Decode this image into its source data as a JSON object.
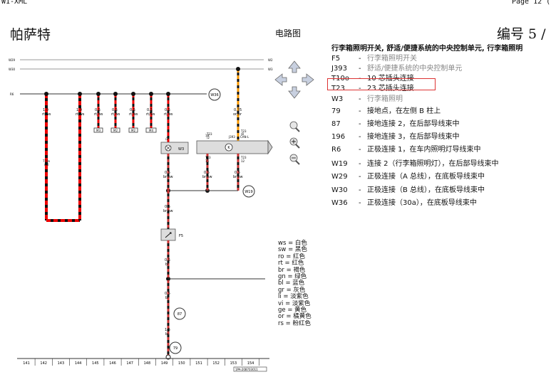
{
  "header": {
    "left": "W1-XML",
    "right": "Page 12 ("
  },
  "brand": "帕萨特",
  "subtitle": "电路图",
  "doc_number": "编号 5 /",
  "heading": "行李箱照明开关, 舒适/便捷系统的中央控制单元, 行李箱照明",
  "legend": [
    {
      "code": "F5",
      "dash": "-",
      "text": "行李箱照明开关",
      "gray": true
    },
    {
      "code": "J393",
      "dash": "-",
      "text": "舒适/便捷系统的中央控制单元",
      "gray": true
    },
    {
      "code": "T10o",
      "dash": "-",
      "text": "10 芯插头连接",
      "gray": false
    },
    {
      "code": "T23",
      "dash": "-",
      "text": "23 芯插头连接",
      "gray": false
    },
    {
      "code": "W3",
      "dash": "-",
      "text": "行李箱照明",
      "gray": true
    },
    {
      "code": "79",
      "dash": "-",
      "text": "接地点，在左侧 B 柱上",
      "gray": false
    },
    {
      "code": "87",
      "dash": "-",
      "text": "接地连接 2，在后部导线束中",
      "gray": false
    },
    {
      "code": "196",
      "dash": "-",
      "text": "接地连接 3，在后部导线束中",
      "gray": false
    },
    {
      "code": "R6",
      "dash": "-",
      "text": "正极连接 1，在车内照明灯导线束中",
      "gray": false
    },
    {
      "code": "W19",
      "dash": "-",
      "text": "连接 2（行李箱照明灯），在后部导线束中",
      "gray": false
    },
    {
      "code": "W29",
      "dash": "-",
      "text": "正极连接（A 总线），在底板导线束中",
      "gray": false
    },
    {
      "code": "W30",
      "dash": "-",
      "text": "正极连接（B 总线），在底板导线束中",
      "gray": false
    },
    {
      "code": "W36",
      "dash": "-",
      "text": "正极连接（30a），在底板导线束中",
      "gray": false
    }
  ],
  "colors": [
    "ws = 白色",
    "sw = 黑色",
    "ro = 红色",
    "rt = 红色",
    "br = 褐色",
    "gn = 绿色",
    "bl = 蓝色",
    "gr = 灰色",
    "li = 淡紫色",
    "vi = 淡紫色",
    "ge = 黄色",
    "or = 橘黄色",
    "rs = 粉红色"
  ],
  "rails": {
    "top1": "W29",
    "top2": "W30",
    "r6": "R6",
    "right1": "W2",
    "right2": "W3"
  },
  "wires": {
    "w1": "1.0",
    "w1c": "rt/ws",
    "w2": "1.0",
    "w2c": "rt/ws",
    "w3": "0.5",
    "w3c": "rt/ws",
    "w4": "0.5",
    "w4c": "rt/ws",
    "w5": "0.5",
    "w5c": "rt/ws",
    "w6": "0.5",
    "w6c": "rt/ws",
    "w7": "0.35",
    "w7c": "or/br",
    "mid1": "0.5",
    "mid1c": "br/sw",
    "mid2": "0.5",
    "mid2c": "br/sw",
    "mid3": "0.5",
    "mid3c": "br/sw",
    "f5a": "0.5",
    "f5ac": "br/sw",
    "g1": "0.5",
    "g1c": "br",
    "g2": "0.5",
    "g2c": "br",
    "g3": "1.5",
    "g3c": "br"
  },
  "labels": {
    "w36": "W36",
    "w19": "W19",
    "g87": "87",
    "g79": "79",
    "f5": "F5",
    "w3": "W3",
    "j393": "J393",
    "canl": "CAN-L",
    "t23a": "T23",
    "t23a2": "18",
    "t23b": "T23",
    "t23b2": "15",
    "t23c": "T23",
    "t23c2": "12",
    "t10": "T10o",
    "t10n": "/10",
    "t23top": "T23",
    "t23topn": "/2",
    "t23j": "T23",
    "t23jn": "/8",
    "b1": "V2",
    "b2": "V3",
    "b3": "/2",
    "b4": "/4",
    "m1": "M3",
    "m2": "M2",
    "m3": "M2",
    "m4": "M4"
  },
  "grid": [
    "141",
    "142",
    "143",
    "144",
    "145",
    "146",
    "147",
    "148",
    "149",
    "150",
    "151",
    "152",
    "153",
    "154"
  ],
  "footer_code": "1PA-208703011"
}
